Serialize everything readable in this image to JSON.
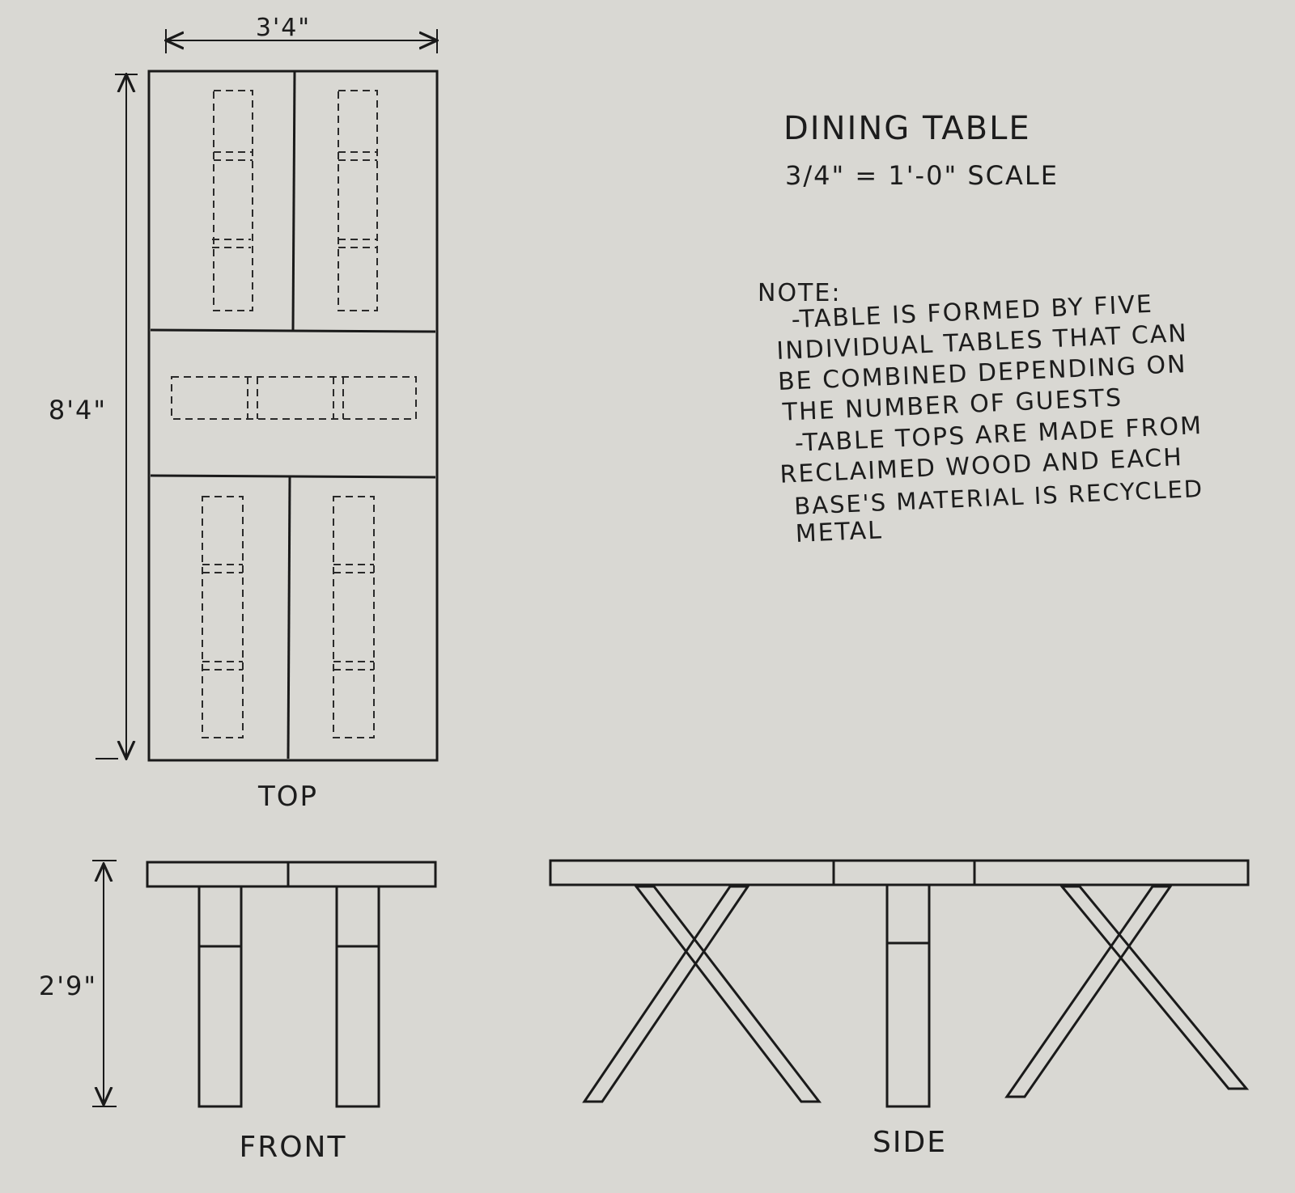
{
  "title": "DINING TABLE",
  "scale": "3/4\" = 1'-0\" SCALE",
  "note": {
    "heading": "NOTE:",
    "lines": [
      "-TABLE IS FORMED BY FIVE",
      "INDIVIDUAL TABLES THAT CAN",
      "BE COMBINED DEPENDING ON",
      "THE NUMBER OF GUESTS",
      "-TABLE TOPS ARE MADE FROM",
      "RECLAIMED WOOD AND EACH",
      "BASE'S MATERIAL IS RECYCLED",
      "METAL"
    ]
  },
  "views": {
    "top": "TOP",
    "front": "FRONT",
    "side": "SIDE"
  },
  "dimensions": {
    "width": "3'4\"",
    "length": "8'4\"",
    "height": "2'9\""
  },
  "colors": {
    "paper": "#d9d8d3",
    "ink": "#1a1a1a",
    "table_fill": "#e4e3df"
  }
}
